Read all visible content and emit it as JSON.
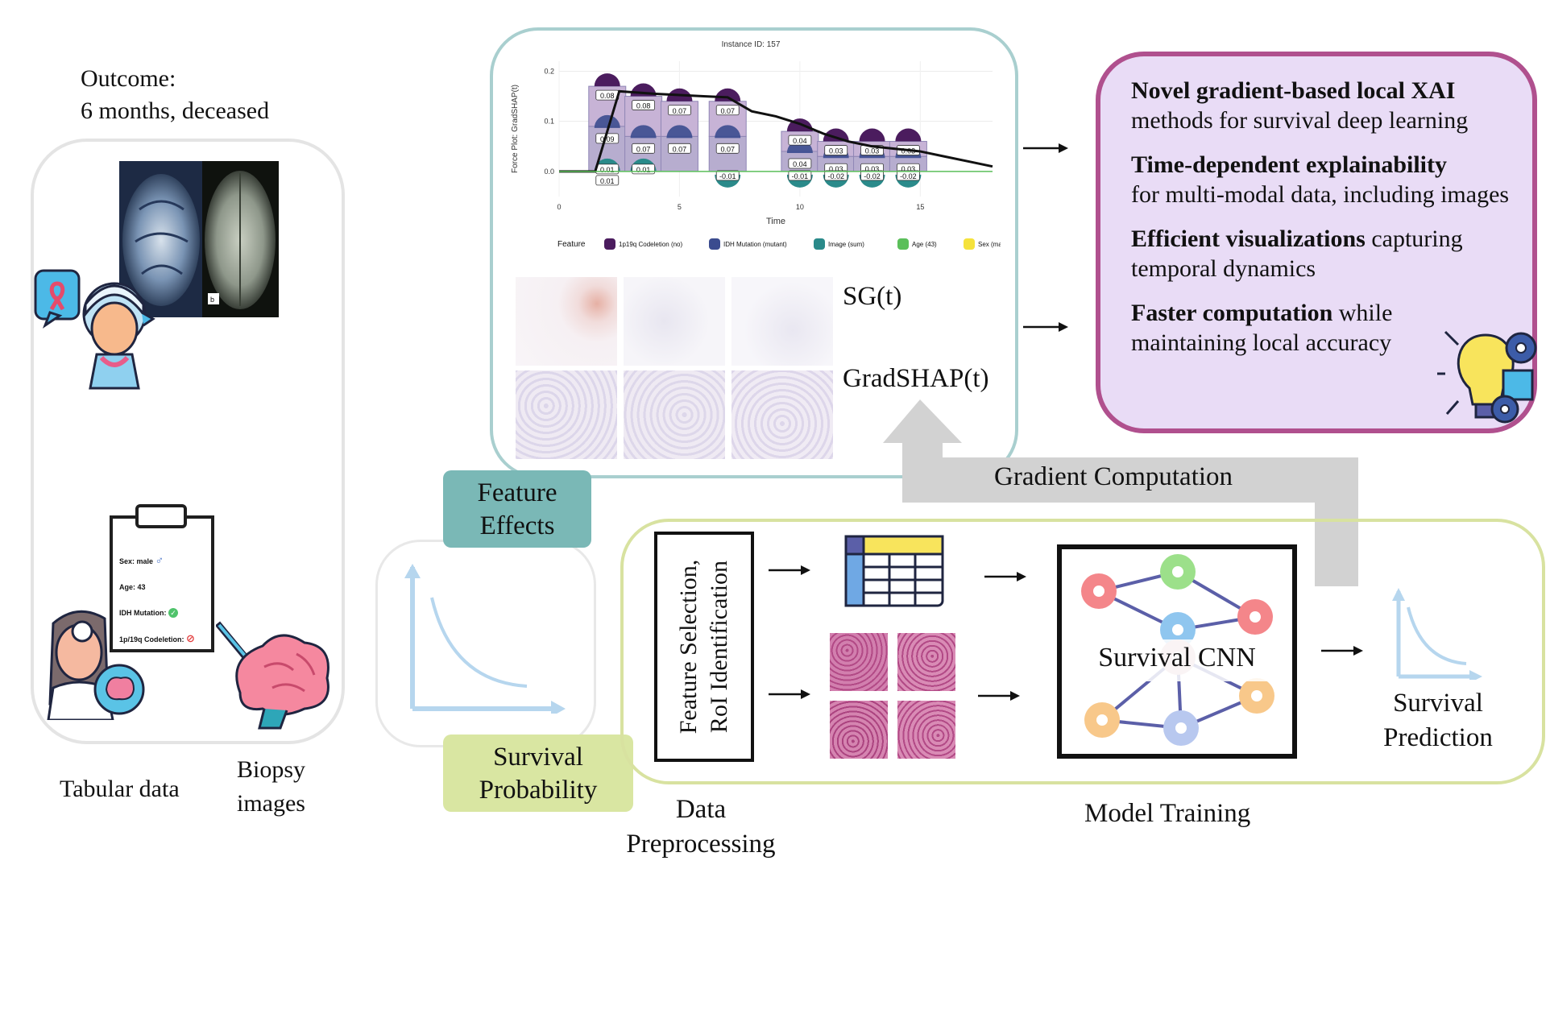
{
  "outcome": {
    "line1": "Outcome:",
    "line2": "6 months, deceased"
  },
  "patient_panel": {
    "tabular_label": "Tabular data",
    "biopsy_label_1": "Biopsy",
    "biopsy_label_2": "images",
    "scan_tag": "b",
    "clipboard": {
      "sex": "Sex: male",
      "age": "Age: 43",
      "idh": "IDH Mutation:",
      "codeletion": "1p/19q Codeletion:"
    }
  },
  "force_plot": {
    "title": "Instance ID: 157",
    "ylabel": "Force Plot: GradSHAP(t)",
    "xlabel": "Time",
    "legend_title": "Feature",
    "legend": [
      {
        "label": "1p19q Codeletion (no)",
        "color": "#4b1c5e"
      },
      {
        "label": "IDH Mutation (mutant)",
        "color": "#3b4c8f"
      },
      {
        "label": "Image (sum)",
        "color": "#2a8a8a"
      },
      {
        "label": "Age (43)",
        "color": "#5bbf5a"
      },
      {
        "label": "Sex (male)",
        "color": "#f5e23c"
      }
    ]
  },
  "chart_data": {
    "type": "area",
    "title": "Instance ID: 157",
    "xlabel": "Time",
    "ylabel": "Force Plot: GradSHAP(t)",
    "x_ticks": [
      "0",
      "5",
      "10",
      "15"
    ],
    "y_ticks": [
      "0.0",
      "0.1",
      "0.2"
    ],
    "xlim": [
      0,
      18
    ],
    "ylim": [
      -0.05,
      0.22
    ],
    "prediction_line": {
      "x": [
        0,
        1.5,
        2.5,
        4,
        6,
        7,
        8,
        9,
        10,
        11,
        12,
        13,
        14,
        15,
        16,
        17,
        18
      ],
      "y": [
        0.0,
        0.0,
        0.16,
        0.155,
        0.15,
        0.148,
        0.12,
        0.11,
        0.095,
        0.075,
        0.06,
        0.05,
        0.045,
        0.04,
        0.03,
        0.02,
        0.01
      ]
    },
    "time_points": [
      {
        "x": 2,
        "codeletion": "0.08",
        "idh": "0.09",
        "image_a": "0.01",
        "image_b": "0.01"
      },
      {
        "x": 3.5,
        "codeletion": "0.08",
        "idh": "0.07",
        "image_a": "0.01"
      },
      {
        "x": 5,
        "codeletion": "0.07",
        "idh": "0.07"
      },
      {
        "x": 7,
        "codeletion": "0.07",
        "idh": "0.07",
        "image_a": "-0.01"
      },
      {
        "x": 10,
        "codeletion": "0.04",
        "idh": "0.04",
        "image_a": "-0.01"
      },
      {
        "x": 11.5,
        "codeletion": "0.03",
        "idh": "0.03",
        "image_a": "-0.02"
      },
      {
        "x": 13,
        "codeletion": "0.03",
        "idh": "0.03",
        "image_a": "-0.02"
      },
      {
        "x": 14.5,
        "codeletion": "0.03",
        "idh": "0.03",
        "image_a": "-0.02"
      }
    ]
  },
  "heatmaps": {
    "sg_label": "SG(t)",
    "gradshap_label": "GradSHAP(t)"
  },
  "xai_box": {
    "items": [
      {
        "bold": "Novel gradient-based local XAI",
        "rest": "methods for survival deep learning"
      },
      {
        "bold": "Time-dependent explainability",
        "rest": "for multi-modal data, including images"
      },
      {
        "bold": "Efficient visualizations",
        "rest": "capturing temporal dynamics"
      },
      {
        "bold": "Faster computation",
        "rest": "while maintaining local accuracy"
      }
    ]
  },
  "tags": {
    "feature_effects_1": "Feature",
    "feature_effects_2": "Effects",
    "survival_prob_1": "Survival",
    "survival_prob_2": "Probability"
  },
  "gradient_computation": "Gradient Computation",
  "pipeline": {
    "feature_selection_1": "Feature Selection,",
    "feature_selection_2": "RoI Identification",
    "data_label_1": "Data",
    "data_label_2": "Preprocessing",
    "model_label": "Survival CNN",
    "model_training": "Model Training",
    "prediction_1": "Survival",
    "prediction_2": "Prediction"
  },
  "colors": {
    "teal_border": "#a9cfcf",
    "purple_border": "#b0508e",
    "purple_fill": "#e9dcf6",
    "green_border": "#d8e2a0",
    "tag_teal": "#7ab8b6",
    "tag_green": "#d9e6a2",
    "grey_arrow": "#d2d2d2"
  }
}
